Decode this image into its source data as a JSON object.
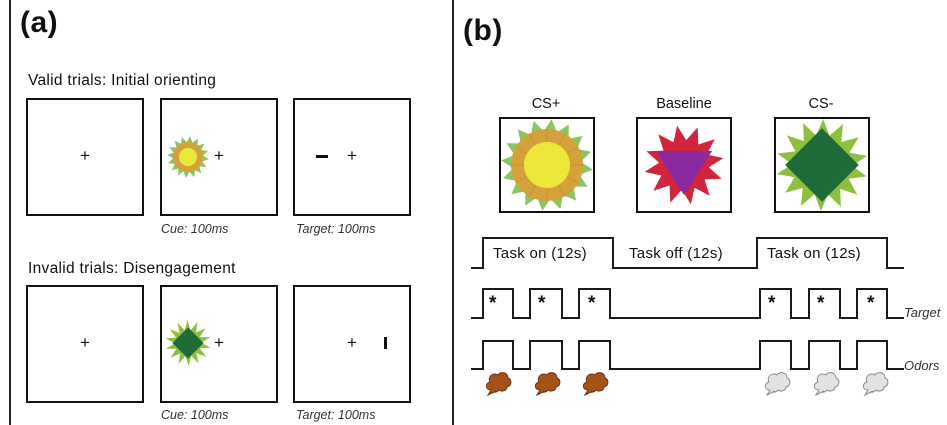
{
  "panel_a": {
    "label": "(a)",
    "valid": {
      "title": "Valid trials: Initial orienting",
      "cue_caption": "Cue: 100ms",
      "target_caption": "Target: 100ms"
    },
    "invalid": {
      "title": "Invalid trials: Disengagement",
      "cue_caption": "Cue: 100ms",
      "target_caption": "Target: 100ms"
    },
    "fixation_symbol": "+"
  },
  "panel_b": {
    "label": "(b)",
    "stimuli": [
      {
        "label": "CS+",
        "icon": "yellow-sun-flower"
      },
      {
        "label": "Baseline",
        "icon": "red-star-purple-triangle"
      },
      {
        "label": "CS-",
        "icon": "green-diamond-star"
      }
    ],
    "phases": [
      "Task on (12s)",
      "Task off (12s)",
      "Task on (12s)"
    ],
    "rows": {
      "target": "Target",
      "odors": "Odors"
    },
    "target_marker": "*",
    "odor_icons": [
      "brown-odor-cloud-icon",
      "brown-odor-cloud-icon",
      "brown-odor-cloud-icon",
      "grey-odor-cloud-icon",
      "grey-odor-cloud-icon",
      "grey-odor-cloud-icon"
    ]
  },
  "colors": {
    "line": "#1a1a1a",
    "cs_plus_outer": "#8cc464",
    "cs_plus_mid": "#d4a23a",
    "cs_plus_inner": "#ece83a",
    "baseline_red": "#d0253c",
    "baseline_purple": "#8a2a9e",
    "cs_minus_light": "#8fbf3f",
    "cs_minus_dark": "#1f6b3a",
    "odor_brown": "#a5511a",
    "odor_grey": "#e2e2e2"
  }
}
